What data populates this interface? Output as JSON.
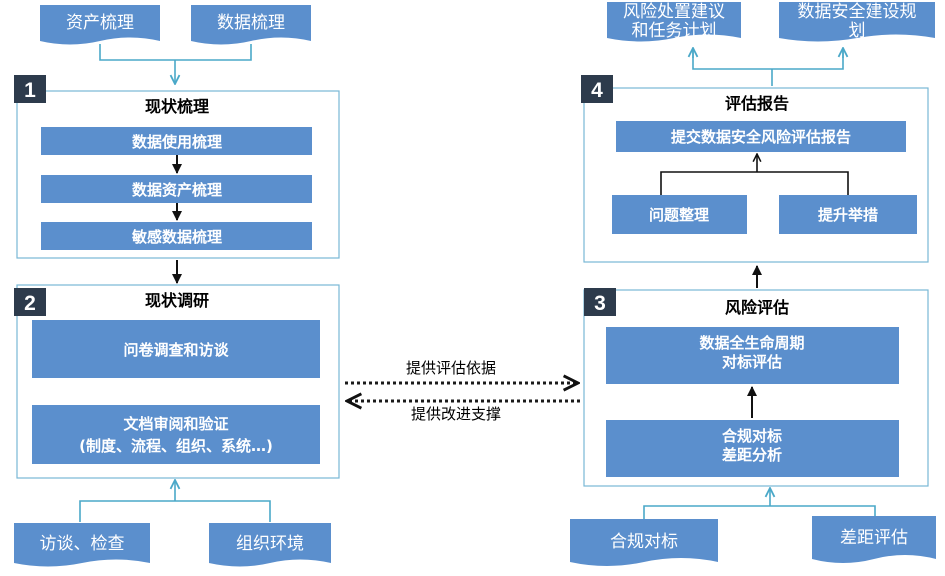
{
  "inputs": {
    "top_left": [
      "资产梳理",
      "数据梳理"
    ],
    "bottom_left": [
      "访谈、检查",
      "组织环境"
    ],
    "bottom_right": [
      "合规对标",
      "差距评估"
    ],
    "top_right": [
      [
        "风险处置建议",
        "和任务计划"
      ],
      [
        "数据安全建设规",
        "划"
      ]
    ]
  },
  "panel1": {
    "number": "1",
    "title": "现状梳理",
    "steps": [
      "数据使用梳理",
      "数据资产梳理",
      "敏感数据梳理"
    ]
  },
  "panel2": {
    "number": "2",
    "title": "现状调研",
    "steps": [
      [
        "问卷调查和访谈"
      ],
      [
        "文档审阅和验证",
        "(制度、流程、组织、系统…)"
      ]
    ]
  },
  "panel3": {
    "number": "3",
    "title": "风险评估",
    "steps": [
      [
        "数据全生命周期",
        "对标评估"
      ],
      [
        "合规对标",
        "差距分析"
      ]
    ]
  },
  "panel4": {
    "number": "4",
    "title": "评估报告",
    "top_step": "提交数据安全风险评估报告",
    "sub_steps": [
      "问题整理",
      "提升举措"
    ]
  },
  "links": {
    "forward": "提供评估依据",
    "backward": "提供改进支撑"
  },
  "colors": {
    "box_fill": "#5b8fcd",
    "panel_border": "#79b8d6",
    "connector": "#4aa8c8",
    "badge": "#2d3b4c"
  }
}
